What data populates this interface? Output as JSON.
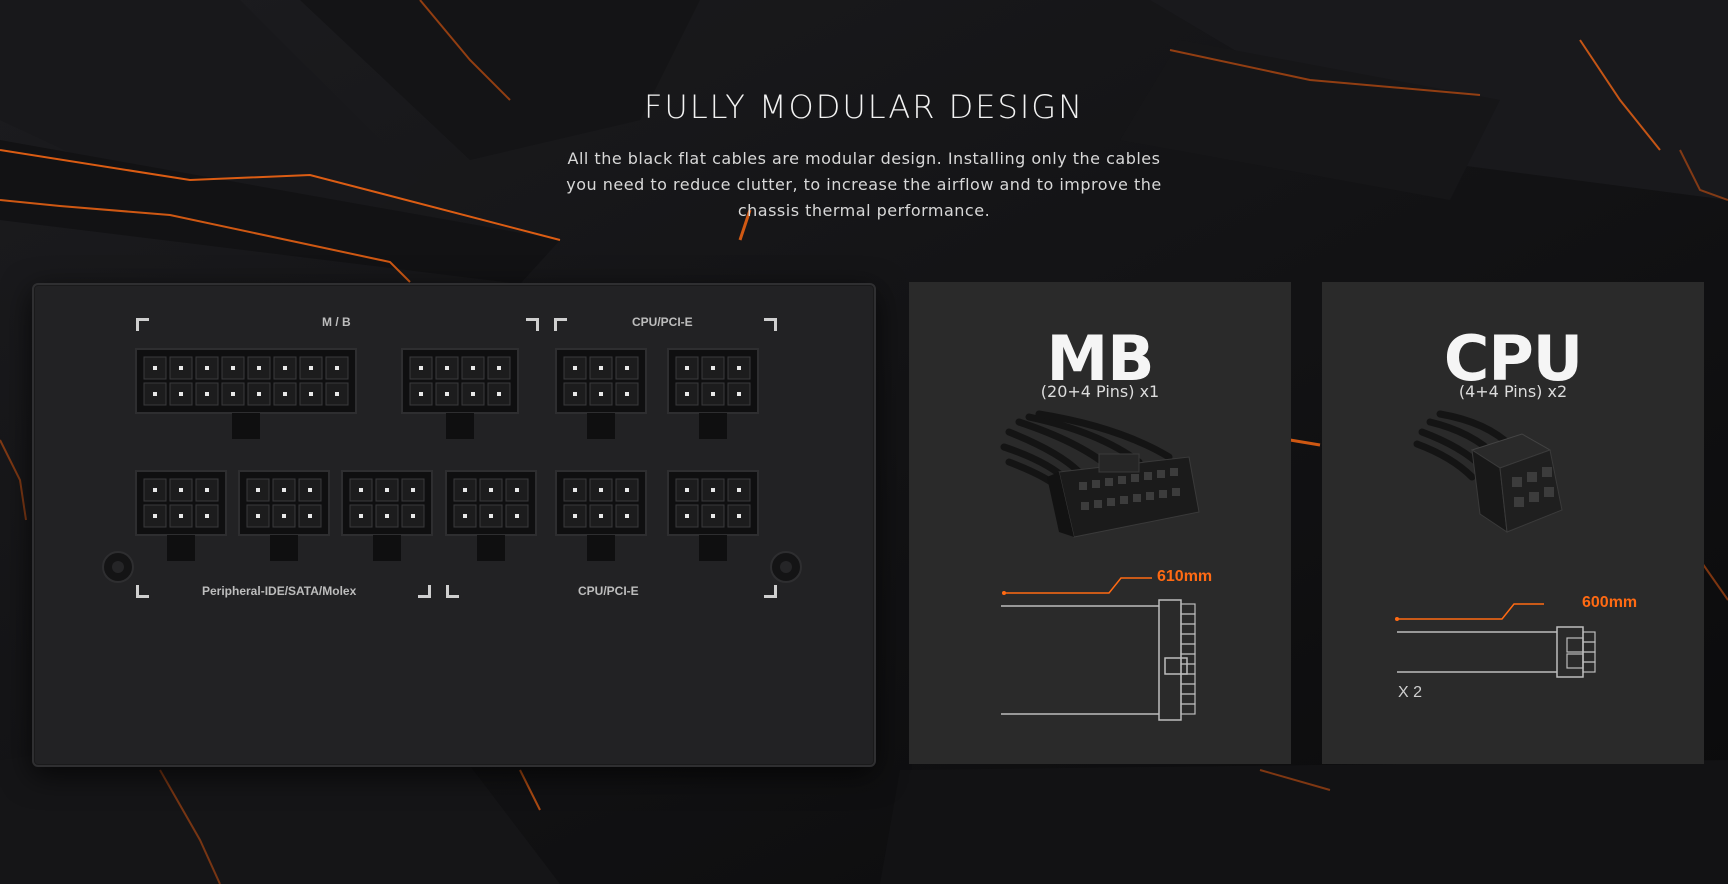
{
  "header": {
    "title": "FULLY MODULAR DESIGN",
    "description": "All the black flat cables are modular design. Installing only the cables you need to reduce clutter, to increase the airflow and to improve the chassis thermal performance."
  },
  "psu_panel": {
    "label_mb": "M / B",
    "label_cpu_top": "CPU/PCI-E",
    "label_peripheral": "Peripheral-IDE/SATA/Molex",
    "label_cpu_bottom": "CPU/PCI-E"
  },
  "mb_card": {
    "title": "MB",
    "subtitle": "(20+4 Pins) x1",
    "length": "610mm"
  },
  "cpu_card": {
    "title": "CPU",
    "subtitle": "(4+4 Pins) x2",
    "length": "600mm",
    "quantity": "X 2"
  },
  "colors": {
    "accent": "#ff6a13",
    "panel": "#222224",
    "card": "#2a2a2a"
  }
}
